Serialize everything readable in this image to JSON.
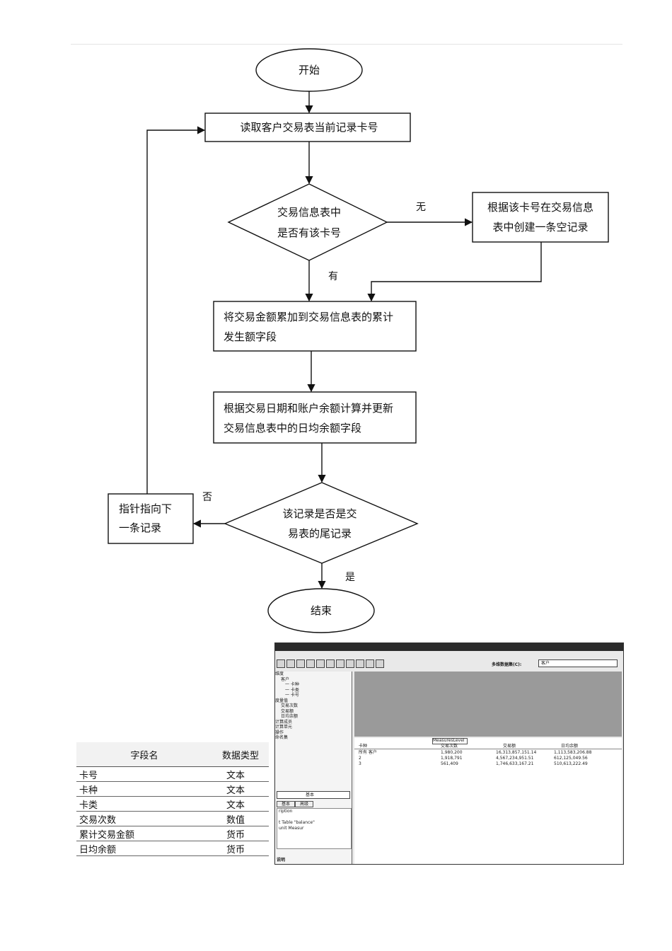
{
  "flowchart": {
    "nodes": {
      "start": [
        "开始"
      ],
      "read": [
        "读取客户交易表当前记录卡号"
      ],
      "check": [
        "交易信息表中",
        "是否有该卡号"
      ],
      "create": [
        "根据该卡号在交易信息",
        "表中创建一条空记录"
      ],
      "accumulate": [
        "将交易金额累加到交易信息表的累计",
        "发生额字段"
      ],
      "update": [
        "根据交易日期和账户余额计算并更新",
        "交易信息表中的日均余额字段"
      ],
      "last": [
        "该记录是否是交",
        "易表的尾记录"
      ],
      "next": [
        "指针指向下",
        "一条记录"
      ],
      "end": [
        "结束"
      ]
    },
    "edge_labels": {
      "none": "无",
      "has": "有",
      "no": "否",
      "yes": "是"
    }
  },
  "field_table": {
    "headers": [
      "字段名",
      "数据类型"
    ],
    "rows": [
      [
        "卡号",
        "文本"
      ],
      [
        "卡种",
        "文本"
      ],
      [
        "卡类",
        "文本"
      ],
      [
        "交易次数",
        "数值"
      ],
      [
        "累计交易金额",
        "货币"
      ],
      [
        "日均余额",
        "货币"
      ]
    ]
  },
  "screenshot": {
    "dataset_label": "多维数据集(C):",
    "dataset_value": "客户",
    "tree": [
      "维度",
      "客户",
      "一 卡种",
      "一 卡类",
      "一 卡号",
      "度量值",
      "交易次数",
      "交易额",
      "日均余额",
      "计算成员",
      "计算单元",
      "操作",
      "命名集"
    ],
    "combo": "基本",
    "tabs": [
      "基本",
      "高级"
    ],
    "props": [
      "ription",
      "",
      "t Table  \"balance\"",
      "unit Measur"
    ],
    "desc_label": "说明",
    "grid": {
      "tag": "MeasuresLevel",
      "headers": [
        "卡种",
        "交易次数",
        "交易额",
        "日均余额"
      ],
      "rows": [
        [
          "所有 客户",
          "1,980,200",
          "16,313,857,151.14",
          "1,113,583,206.88"
        ],
        [
          "2",
          "1,918,791",
          "4,567,234,951.51",
          "612,125,049.56"
        ],
        [
          "3",
          "561,409",
          "1,746,633,167.21",
          "510,613,222.49"
        ]
      ]
    }
  }
}
